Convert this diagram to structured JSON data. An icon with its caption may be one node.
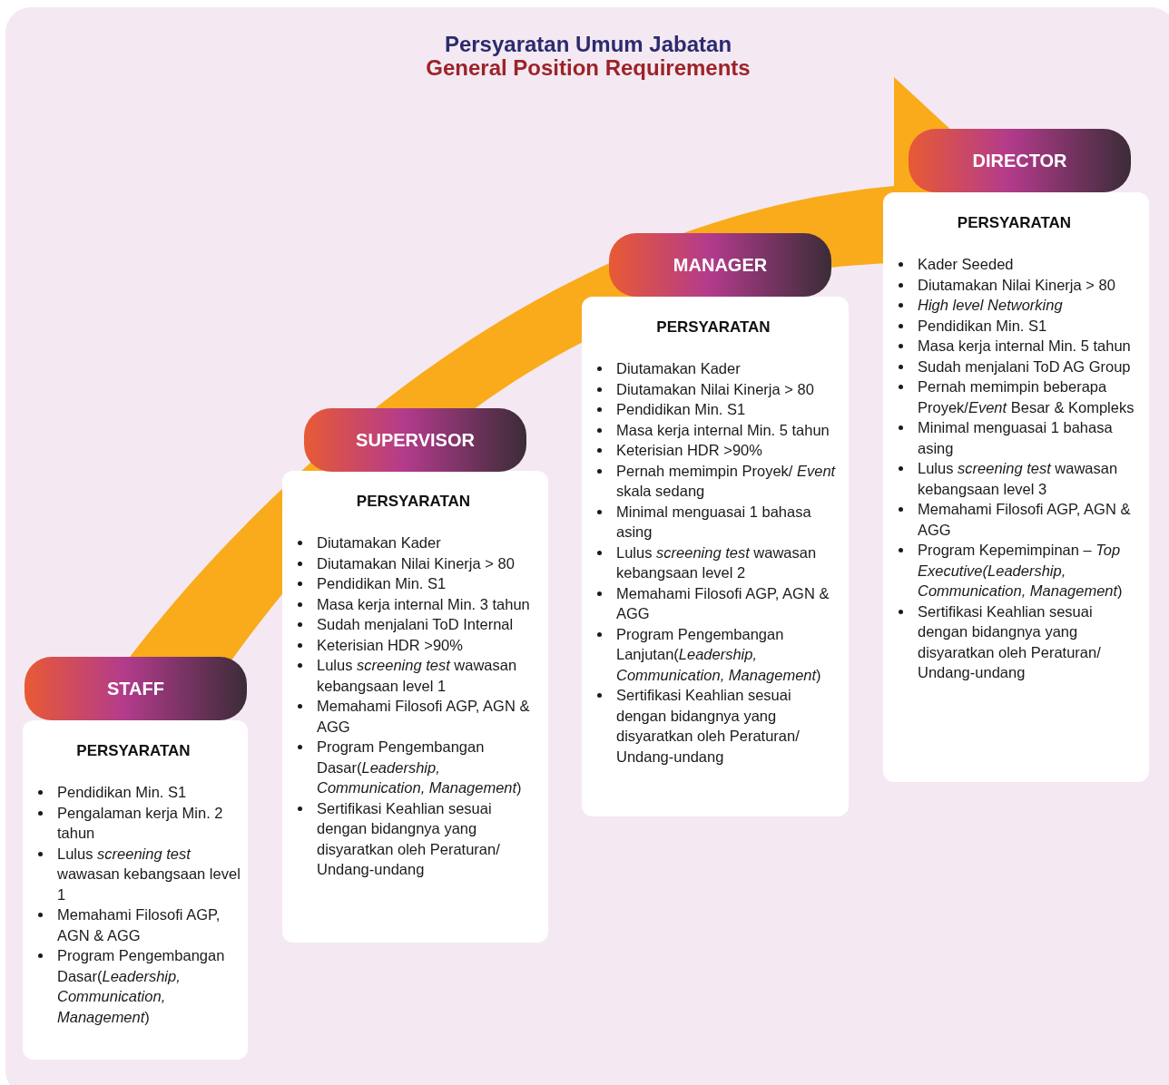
{
  "diagram": {
    "title": "Persyaratan Umum Jabatan",
    "labels": [
      "General Position Requirements"
    ],
    "nodes": [
      {
        "text": [
          "STAFF"
        ]
      },
      {
        "text": [
          "PERSYARATAN",
          "Pendidikan Min. S1",
          "Pengalaman kerja Min. 2 tahun",
          "Lulus *screening test* wawasan kebangsaan level 1",
          "Memahami Filosofi AGP, AGN & AGG",
          "Program Pengembangan Dasar(*Leadership, Communication, Management*)"
        ]
      },
      {
        "text": [
          "SUPERVISOR"
        ]
      },
      {
        "text": [
          "PERSYARATAN",
          "Diutamakan Kader",
          "Diutamakan Nilai Kinerja > 80",
          "Pendidikan Min. S1",
          "Masa kerja internal Min. 3 tahun",
          "Sudah menjalani ToD Internal",
          "Keterisian HDR >90%",
          "Lulus *screening test* wawasan kebangsaan level 1",
          "Memahami Filosofi AGP, AGN & AGG",
          "Program Pengembangan Dasar(*Leadership, Communication, Management*)",
          "Sertifikasi Keahlian sesuai dengan bidangnya yang disyaratkan oleh Peraturan/ Undang-undang"
        ]
      },
      {
        "text": [
          "MANAGER"
        ]
      },
      {
        "text": [
          "PERSYARATAN",
          "Diutamakan Kader",
          "Diutamakan Nilai Kinerja > 80",
          "Pendidikan Min. S1",
          "Masa kerja internal Min. 5 tahun",
          "Keterisian HDR >90%",
          "Pernah memimpin Proyek/ *Event* skala sedang",
          "Minimal menguasai 1 bahasa asing",
          "Lulus *screening test* wawasan kebangsaan level 2",
          "Memahami Filosofi AGP, AGN & AGG",
          "Program Pengembangan Lanjutan(*Leadership, Communication, Management*)",
          "Sertifikasi Keahlian sesuai dengan bidangnya yang disyaratkan oleh Peraturan/ Undang-undang"
        ]
      },
      {
        "text": [
          "DIRECTOR"
        ]
      },
      {
        "text": [
          "PERSYARATAN",
          "Kader Seeded",
          "Diutamakan Nilai Kinerja > 80",
          "*High level Networking*",
          "Pendidikan Min. S1",
          "Masa kerja internal Min. 5 tahun",
          "Sudah menjalani ToD AG Group",
          "Pernah memimpin beberapa Proyek/*Event* Besar & Kompleks",
          "Minimal menguasai 1 bahasa asing",
          "Lulus *screening test* wawasan kebangsaan level 3",
          "Memahami Filosofi AGP, AGN & AGG",
          "Program Kepemimpinan – *Top Executive(Leadership, Communication, Management*)",
          "Sertifikasi Keahlian sesuai dengan bidangnya yang disyaratkan oleh Peraturan/ Undang-undang"
        ]
      }
    ]
  }
}
